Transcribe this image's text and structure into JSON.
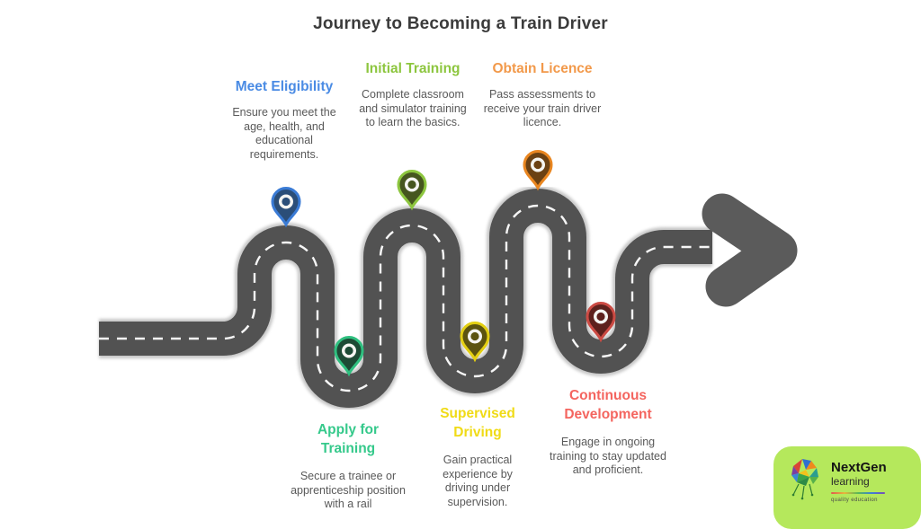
{
  "title": "Journey to Becoming a Train Driver",
  "steps": [
    {
      "label": "Meet Eligibility",
      "desc": "Ensure you meet the age, health, and educational requirements.",
      "color": "#4a8be4",
      "pin_color": "#3a7bd5",
      "pin_dark": "#2b4e78"
    },
    {
      "label": "Initial Training",
      "desc": "Complete classroom and simulator training to learn the basics.",
      "color": "#8dc63f",
      "pin_color": "#8dc63f",
      "pin_dark": "#46561f"
    },
    {
      "label": "Obtain Licence",
      "desc": "Pass assessments to receive your train driver licence.",
      "color": "#f2994a",
      "pin_color": "#e98620",
      "pin_dark": "#6b4113"
    },
    {
      "label": "Apply for Training",
      "desc": "Secure a trainee or apprenticeship position with a rail",
      "color": "#35c98b",
      "pin_color": "#2fbf7f",
      "pin_dark": "#1d4a35"
    },
    {
      "label": "Supervised Driving",
      "desc": "Gain practical experience by driving under supervision.",
      "color": "#f0db16",
      "pin_color": "#e3cf12",
      "pin_dark": "#5c5410"
    },
    {
      "label": "Continuous Development",
      "desc": "Engage in ongoing training to stay updated and proficient.",
      "color": "#f4655f",
      "pin_color": "#cc4b44",
      "pin_dark": "#5e211d"
    }
  ],
  "colors": {
    "road": "#525252",
    "road_edge": "#a8a8a8",
    "dash": "#ffffff",
    "arrow": "#5b5b5b",
    "pin_ring": "#f5f5f2",
    "logo_bg": "#b5e85c"
  },
  "logo": {
    "brand": "NextGen",
    "sub": "learning",
    "tagline": "quality education"
  }
}
